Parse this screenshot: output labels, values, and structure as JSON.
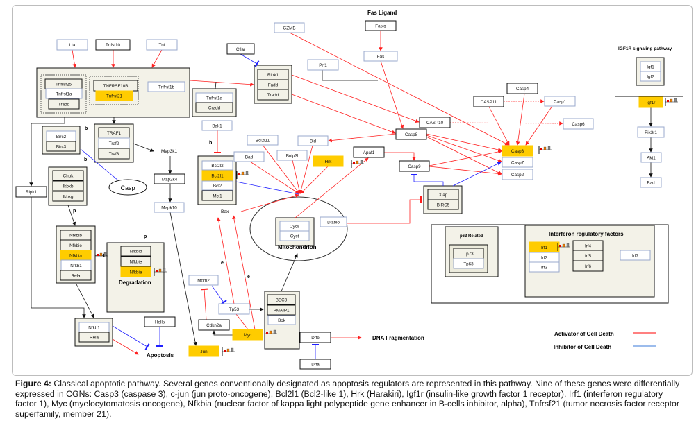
{
  "labels": {
    "fas_ligand": "Fas Ligand",
    "igf1r_pathway": "IGF1R signaling pathway",
    "map3k1": "Map3k1",
    "casp": "Casp",
    "bax": "Bax",
    "mitochondrion": "Mitochondrion",
    "degradation": "Degradation",
    "apoptosis": "Apoptosis",
    "dna_fragmentation": "DNA Fragmentation",
    "p63_related": "p63 Related",
    "irf_title": "Interferon regulatory factors",
    "b": "b",
    "p": "p",
    "e": "e"
  },
  "legend": {
    "activator": {
      "label": "Activator of Cell Death",
      "color": "#ff0000"
    },
    "inhibitor": {
      "label": "Inhibitor of Cell Death",
      "color": "#3a78d8"
    }
  },
  "colors": {
    "highlight": "#ffcc00",
    "activator": "#ff2020",
    "inhibitor": "#2020ff",
    "complex_fill": "#f3f2e8",
    "blue_border": "#9aa8cc"
  },
  "nodes": [
    {
      "id": "lta",
      "label": "Lta",
      "style": "blue"
    },
    {
      "id": "tnfsf10",
      "label": "Tnfsf10",
      "style": "black"
    },
    {
      "id": "tnf",
      "label": "Tnf",
      "style": "blue"
    },
    {
      "id": "tnfrsf25",
      "label": "Tnfrsf25",
      "style": "cream"
    },
    {
      "id": "tnfrsf1a_a",
      "label": "Tnfrsf1a",
      "style": "blue"
    },
    {
      "id": "tradd_a",
      "label": "Tradd",
      "style": "cream"
    },
    {
      "id": "tnfrsf10b",
      "label": "TNFRSF10B",
      "style": "cream"
    },
    {
      "id": "tnfrsf21",
      "label": "Tnfrsf21",
      "style": "yellow"
    },
    {
      "id": "tnfrsf1b",
      "label": "Tnfrsf1b",
      "style": "blue"
    },
    {
      "id": "tnfrsf1a_b",
      "label": "Tnfrsf1a",
      "style": "blue"
    },
    {
      "id": "cradd",
      "label": "Cradd",
      "style": "cream"
    },
    {
      "id": "cflar",
      "label": "Cflar",
      "style": "black"
    },
    {
      "id": "ripk1_a",
      "label": "Ripk1",
      "style": "cream"
    },
    {
      "id": "fadd",
      "label": "Fadd",
      "style": "cream"
    },
    {
      "id": "tradd_b",
      "label": "Tradd",
      "style": "cream"
    },
    {
      "id": "gzmb",
      "label": "GZMB",
      "style": "blue"
    },
    {
      "id": "prf1",
      "label": "Prf1",
      "style": "blue"
    },
    {
      "id": "faslg",
      "label": "Faslg",
      "style": "black"
    },
    {
      "id": "fas",
      "label": "Fas",
      "style": "blue"
    },
    {
      "id": "bak1",
      "label": "Bak1",
      "style": "blue"
    },
    {
      "id": "birc2",
      "label": "Birc2",
      "style": "blue"
    },
    {
      "id": "birc3",
      "label": "Birc3",
      "style": "cream"
    },
    {
      "id": "traf1",
      "label": "TRAF1",
      "style": "cream"
    },
    {
      "id": "traf2",
      "label": "Traf2",
      "style": "blue"
    },
    {
      "id": "traf3",
      "label": "Traf3",
      "style": "cream"
    },
    {
      "id": "map2k4",
      "label": "Map2k4",
      "style": "black"
    },
    {
      "id": "mapk10",
      "label": "Mapk10",
      "style": "blue"
    },
    {
      "id": "chuk",
      "label": "Chuk",
      "style": "cream"
    },
    {
      "id": "ikbkb",
      "label": "Ikbkb",
      "style": "cream"
    },
    {
      "id": "ikbkg",
      "label": "Ikbkg",
      "style": "cream"
    },
    {
      "id": "ripk1_b",
      "label": "Ripk1",
      "style": "black"
    },
    {
      "id": "bcl2l2",
      "label": "Bcl2l2",
      "style": "blue"
    },
    {
      "id": "bcl2l1",
      "label": "Bcl2l1",
      "style": "yellow"
    },
    {
      "id": "bcl2",
      "label": "Bcl2",
      "style": "blue"
    },
    {
      "id": "mcl1",
      "label": "Mcl1",
      "style": "cream"
    },
    {
      "id": "bad_a",
      "label": "Bad",
      "style": "blue"
    },
    {
      "id": "bcl2l11",
      "label": "Bcl2l11",
      "style": "blue"
    },
    {
      "id": "bid",
      "label": "Bid",
      "style": "blue"
    },
    {
      "id": "bnip3l",
      "label": "Bnip3l",
      "style": "blue"
    },
    {
      "id": "hrk",
      "label": "Hrk",
      "style": "yellow"
    },
    {
      "id": "apaf1",
      "label": "Apaf1",
      "style": "black"
    },
    {
      "id": "casp4",
      "label": "Casp4",
      "style": "black"
    },
    {
      "id": "casp11",
      "label": "CASP11",
      "style": "black"
    },
    {
      "id": "casp1",
      "label": "Casp1",
      "style": "blue"
    },
    {
      "id": "casp10",
      "label": "CASP10",
      "style": "black"
    },
    {
      "id": "casp6",
      "label": "Casp6",
      "style": "blue"
    },
    {
      "id": "casp8",
      "label": "Casp8",
      "style": "black"
    },
    {
      "id": "casp9",
      "label": "Casp9",
      "style": "black"
    },
    {
      "id": "casp3",
      "label": "Casp3",
      "style": "yellow"
    },
    {
      "id": "casp7",
      "label": "Casp7",
      "style": "blue"
    },
    {
      "id": "casp2",
      "label": "Casp2",
      "style": "blue"
    },
    {
      "id": "xiap",
      "label": "Xiap",
      "style": "cream"
    },
    {
      "id": "birc5",
      "label": "BIRC5",
      "style": "cream"
    },
    {
      "id": "igf1",
      "label": "Igf1",
      "style": "blue"
    },
    {
      "id": "igf2",
      "label": "Igf2",
      "style": "blue"
    },
    {
      "id": "igf1r",
      "label": "Igf1r",
      "style": "yellow"
    },
    {
      "id": "pik3r1",
      "label": "Pik3r1",
      "style": "blue"
    },
    {
      "id": "akt1",
      "label": "Akt1",
      "style": "blue"
    },
    {
      "id": "bad_b",
      "label": "Bad",
      "style": "blue"
    },
    {
      "id": "cycs",
      "label": "Cycs",
      "style": "blue"
    },
    {
      "id": "cyct",
      "label": "Cyct",
      "style": "blue"
    },
    {
      "id": "diablo",
      "label": "Diablo",
      "style": "blue"
    },
    {
      "id": "nfkbib_a",
      "label": "Nfkbib",
      "style": "cream"
    },
    {
      "id": "nfkbie_a",
      "label": "Nfkbie",
      "style": "cream"
    },
    {
      "id": "nfkbia_a",
      "label": "Nfkbia",
      "style": "yellow"
    },
    {
      "id": "nfkb1_a",
      "label": "Nfkb1",
      "style": "blue"
    },
    {
      "id": "rela_a",
      "label": "Rela",
      "style": "cream"
    },
    {
      "id": "nfkbib_b",
      "label": "Nfkbib",
      "style": "cream"
    },
    {
      "id": "nfkbie_b",
      "label": "Nfkbie",
      "style": "cream"
    },
    {
      "id": "nfkbia_b",
      "label": "Nfkbia",
      "style": "yellow"
    },
    {
      "id": "mdm2",
      "label": "Mdm2",
      "style": "blue"
    },
    {
      "id": "tp53",
      "label": "Tp53",
      "style": "blue"
    },
    {
      "id": "bbc3",
      "label": "BBC3",
      "style": "cream"
    },
    {
      "id": "pmaip1",
      "label": "PMAIP1",
      "style": "cream"
    },
    {
      "id": "bok",
      "label": "Bok",
      "style": "blue"
    },
    {
      "id": "cdkn2a",
      "label": "Cdkn2a",
      "style": "black"
    },
    {
      "id": "myc",
      "label": "Myc",
      "style": "yellow"
    },
    {
      "id": "nfkb1_b",
      "label": "Nfkb1",
      "style": "blue"
    },
    {
      "id": "rela_b",
      "label": "Rela",
      "style": "cream"
    },
    {
      "id": "hells",
      "label": "Hells",
      "style": "black"
    },
    {
      "id": "jun",
      "label": "Jun",
      "style": "yellow"
    },
    {
      "id": "dffb",
      "label": "Dffb",
      "style": "black"
    },
    {
      "id": "dffa",
      "label": "Dffa",
      "style": "black"
    },
    {
      "id": "tp73",
      "label": "Tp73",
      "style": "cream"
    },
    {
      "id": "tp63",
      "label": "Tp63",
      "style": "blue"
    },
    {
      "id": "irf1",
      "label": "Irf1",
      "style": "yellow"
    },
    {
      "id": "irf2",
      "label": "Irf2",
      "style": "blue"
    },
    {
      "id": "irf3",
      "label": "Irf3",
      "style": "blue"
    },
    {
      "id": "irf4",
      "label": "Irf4",
      "style": "cream"
    },
    {
      "id": "irf5",
      "label": "Irf5",
      "style": "cream"
    },
    {
      "id": "irf6",
      "label": "Irf6",
      "style": "cream"
    },
    {
      "id": "irf7",
      "label": "Irf7",
      "style": "blue"
    }
  ],
  "caption": {
    "label": "Figure 4:",
    "text": " Classical apoptotic pathway. Several genes conventionally designated as apoptosis regulators are represented in this pathway. Nine of these genes were differentially expressed in CGNs: Casp3 (caspase 3), c-jun (jun proto-oncogene), Bcl2l1 (Bcl2-like 1), Hrk (Harakiri), Igf1r (insulin-like growth factor 1 receptor), Irf1 (interferon regulatory factor 1), Myc (myelocytomatosis oncogene), Nfkbia (nuclear factor of kappa light polypeptide gene enhancer in B-cells inhibitor, alpha), Tnfrsf21 (tumor necrosis factor receptor superfamily, member 21)."
  }
}
